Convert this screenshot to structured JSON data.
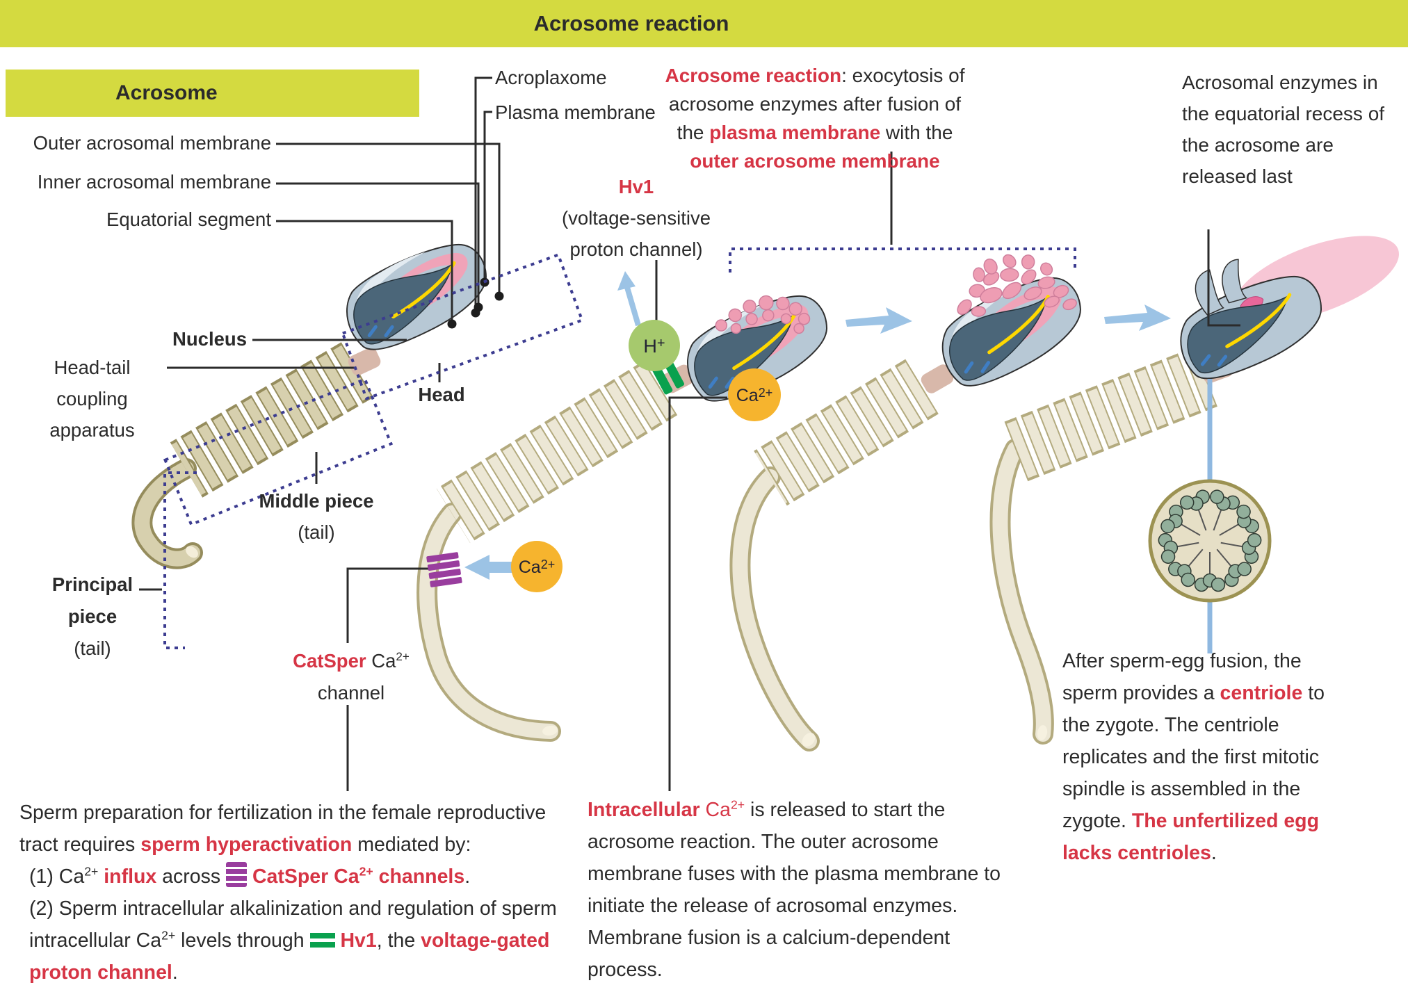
{
  "banner": {
    "title": "Acrosome reaction"
  },
  "acrosome_box": {
    "label": "Acrosome"
  },
  "part_labels": {
    "outer": "Outer acrosomal membrane",
    "inner": "Inner acrosomal membrane",
    "equatorial": "Equatorial segment",
    "acroplaxome": "Acroplaxome",
    "plasma": "Plasma membrane",
    "nucleus": "Nucleus",
    "head_tail_1": "Head-tail",
    "head_tail_2": "coupling",
    "head_tail_3": "apparatus",
    "head": "Head",
    "middle_piece": "Middle piece",
    "middle_tail": "(tail)",
    "principal_1": "Principal",
    "principal_2": "piece",
    "principal_tail": "(tail)"
  },
  "hv1_label": {
    "name": "Hv1",
    "sub1": "(voltage-sensitive",
    "sub2": "proton channel)"
  },
  "catsper_label": {
    "red": "CatSper",
    "ca": " Ca",
    "sup": "2+",
    "line2": "channel"
  },
  "ions": {
    "h": "H",
    "h_sup": "+",
    "ca": "Ca",
    "ca_sup": "2+"
  },
  "reaction_note": {
    "l1_red": "Acrosome reaction",
    "l1_rest": ": exocytosis of",
    "l2": "acrosome enzymes after fusion of",
    "l3_a": "the ",
    "l3_red": "plasma membrane",
    "l3_b": " with the",
    "l4_red": "outer acrosome membrane"
  },
  "enzymes_note": {
    "text": "Acrosomal enzymes in the equatorial recess of the acrosome are released last"
  },
  "para_left": {
    "s1": "Sperm preparation for fertilization in the female reproductive tract requires ",
    "s2": "sperm hyperactivation",
    "s3": " mediated by:",
    "i1_pre": "(1) Ca",
    "i1_sup": "2+",
    "i1_sp": " ",
    "i1_red": "influx",
    "i1_b": " across ",
    "i1_red2a": "CatSper Ca",
    "i1_sup2": "2+",
    "i1_red2b": " channels",
    "i1_end": ".",
    "i2_a": "(2) Sperm intracellular alkalinization and regulation of sperm intracellular Ca",
    "i2_sup": "2+",
    "i2_b": " levels through ",
    "i2_red": "Hv1",
    "i2_c": ", the ",
    "i2_red2": "voltage-gated proton channel",
    "i2_end": "."
  },
  "para_mid": {
    "red_bold": "Intracellular",
    "red_a": " Ca",
    "red_sup": "2+",
    "rest": " is released to start the acrosome reaction. The outer acrosome membrane fuses with the plasma membrane to initiate the release of acrosomal enzymes. Membrane fusion is a calcium-dependent process."
  },
  "para_right": {
    "a": "After sperm-egg fusion, the sperm provides a ",
    "red1": "centriole",
    "b": " to the zygote. The centriole replicates and the first mitotic spindle is assembled in the zygote. ",
    "red2": "The unfertilized egg lacks centrioles",
    "end": "."
  },
  "colors": {
    "accent_red": "#d63545",
    "banner_green": "#d4da40",
    "head_gray_blue": "#b7c8d5",
    "acrosome_pink": "#f0a3b8",
    "inner_membrane_yellow": "#ffd800",
    "nucleus_slate": "#4b6679",
    "hv1_green": "#0aa14e",
    "hplus_green": "#a6c96d",
    "ca_orange": "#f6b42e",
    "catsper_purple": "#993d9e",
    "arrow_blue": "#9cc3e5",
    "bracket_navy": "#3c3c90"
  }
}
